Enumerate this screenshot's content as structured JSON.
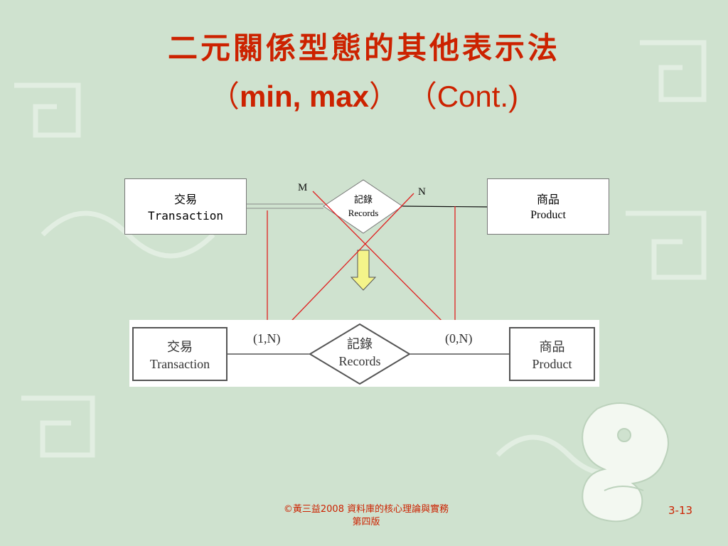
{
  "slide": {
    "title_line1": "二元關係型態的其他表示法",
    "title_open_paren": "（",
    "title_bold": "min, max",
    "title_close_paren": "）",
    "title_cont": "（Cont.)",
    "footer_credit_line1": "©黃三益2008 資料庫的核心理論與實務",
    "footer_credit_line2": "第四版",
    "page_number": "3-13",
    "accent_color": "#cc2200",
    "background_color": "#cfe2cf"
  },
  "top_diagram": {
    "entity_left": {
      "zh": "交易",
      "en": "Transaction"
    },
    "relationship": {
      "zh": "記錄",
      "en": "Records"
    },
    "entity_right": {
      "zh": "商品",
      "en": "Product"
    },
    "label_left": "M",
    "label_right": "N"
  },
  "bottom_diagram": {
    "entity_left": {
      "zh": "交易",
      "en": "Transaction"
    },
    "relationship": {
      "zh": "記錄",
      "en": "Records"
    },
    "entity_right": {
      "zh": "商品",
      "en": "Product"
    },
    "cardinality_left": "(1,N)",
    "cardinality_right": "(0,N)"
  },
  "icons": {
    "transform_arrow": "down-arrow-icon",
    "decoration": "dragon-motif-icon"
  },
  "colors": {
    "annotation_line": "#e02020",
    "arrow_fill": "#f4f48a"
  }
}
